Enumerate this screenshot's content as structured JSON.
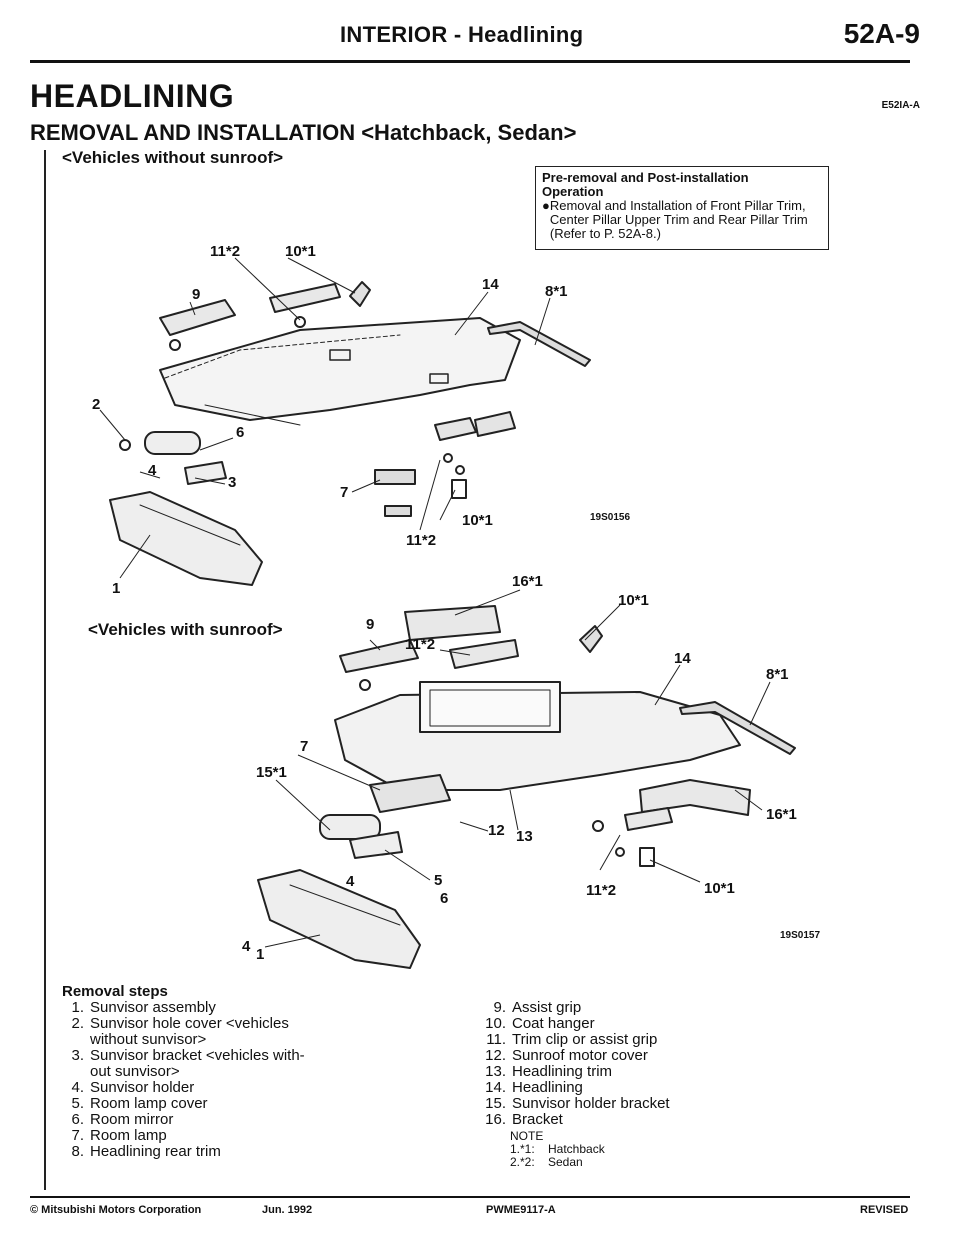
{
  "header": {
    "section": "INTERIOR - Headlining",
    "page_number": "52A-9"
  },
  "section": {
    "title": "HEADLINING",
    "code": "E52IA-A",
    "subtitle": "REMOVAL AND INSTALLATION <Hatchback, Sedan>"
  },
  "figure_top": {
    "variant": "<Vehicles without sunroof>",
    "code": "19S0156",
    "labels": [
      "11*2",
      "10*1",
      "9",
      "14",
      "8*1",
      "2",
      "6",
      "4",
      "3",
      "7",
      "10*1",
      "11*2",
      "1"
    ]
  },
  "figure_bottom": {
    "variant": "<Vehicles with sunroof>",
    "code": "19S0157",
    "labels": [
      "16*1",
      "9",
      "10*1",
      "11*2",
      "14",
      "8*1",
      "7",
      "15*1",
      "12",
      "13",
      "16*1",
      "5",
      "4",
      "6",
      "11*2",
      "10*1",
      "4",
      "1"
    ]
  },
  "note_box": {
    "title_line1": "Pre-removal and Post-installation",
    "title_line2": "Operation",
    "item": "Removal and Installation of Front Pillar Trim, Center Pillar Upper Trim and Rear Pillar Trim (Refer to P. 52A-8.)"
  },
  "removal_steps": {
    "title": "Removal steps",
    "left": [
      {
        "num": "1.",
        "text": "Sunvisor assembly"
      },
      {
        "num": "2.",
        "text": "Sunvisor hole cover <vehicles"
      },
      {
        "num": "",
        "text": "without sunvisor>"
      },
      {
        "num": "3.",
        "text": "Sunvisor bracket <vehicles with-"
      },
      {
        "num": "",
        "text": "out sunvisor>"
      },
      {
        "num": "4.",
        "text": "Sunvisor holder"
      },
      {
        "num": "5.",
        "text": "Room lamp cover"
      },
      {
        "num": "6.",
        "text": "Room mirror"
      },
      {
        "num": "7.",
        "text": "Room lamp"
      },
      {
        "num": "8.",
        "text": "Headlining rear trim"
      }
    ],
    "right": [
      {
        "num": "9.",
        "text": "Assist grip"
      },
      {
        "num": "10.",
        "text": "Coat hanger"
      },
      {
        "num": "11.",
        "text": "Trim clip or assist grip"
      },
      {
        "num": "12.",
        "text": "Sunroof motor cover"
      },
      {
        "num": "13.",
        "text": "Headlining trim"
      },
      {
        "num": "14.",
        "text": "Headlining"
      },
      {
        "num": "15.",
        "text": "Sunvisor holder bracket"
      },
      {
        "num": "16.",
        "text": "Bracket"
      }
    ]
  },
  "note": {
    "title": "NOTE",
    "items": [
      {
        "key": "1.*1:",
        "text": "Hatchback"
      },
      {
        "key": "2.*2:",
        "text": "Sedan"
      }
    ]
  },
  "footer": {
    "copyright": "© Mitsubishi Motors Corporation",
    "date": "Jun. 1992",
    "doc_code": "PWME9117-A",
    "status": "REVISED"
  }
}
